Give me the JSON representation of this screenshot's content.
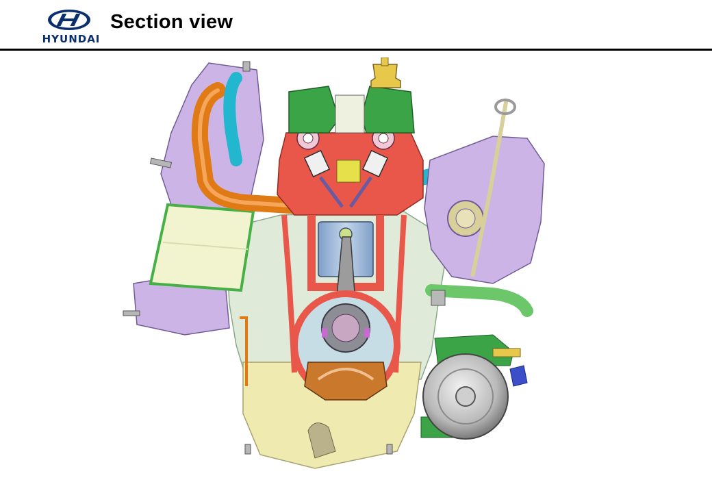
{
  "header": {
    "logo": {
      "brand_text": "HYUNDAI",
      "icon": "hyundai-logo-icon",
      "color": "#0b2e6e"
    },
    "title": "Section view"
  },
  "figure": {
    "icon": "engine-cross-section-illustration",
    "colors": {
      "cut_section": "#e8574a",
      "block": "#dfead8",
      "oil_pan": "#eeeab0",
      "exhaust_manifold": "#cdb4e6",
      "intake_runner": "#e07a14",
      "coolant_passage": "#22b7cf",
      "piston": "#a8c0dc",
      "valve_cover": "#3aa446",
      "bearing_cap": "#c9782c"
    }
  }
}
